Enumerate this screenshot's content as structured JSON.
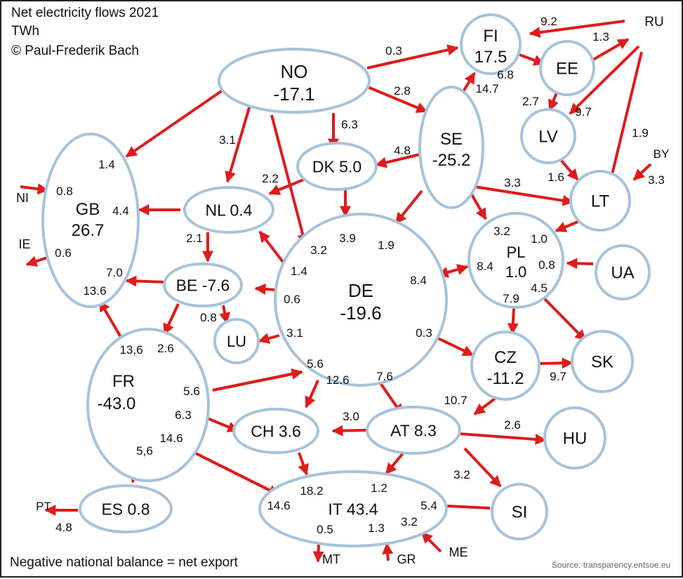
{
  "header": {
    "title": "Net electricity flows 2021",
    "unit": "TWh",
    "copyright": "© Paul-Frederik Bach"
  },
  "footer": {
    "note": "Negative national balance = net export",
    "source": "Source: transparency.entsoe.eu"
  },
  "colors": {
    "arrow": "#e01b1b",
    "node_border": "#a7c3d9",
    "text": "#111111"
  },
  "nodes": [
    {
      "id": "NO",
      "code": "NO",
      "balance": "-17.1"
    },
    {
      "id": "FI",
      "code": "FI",
      "balance": "17.5"
    },
    {
      "id": "EE",
      "code": "EE",
      "balance": ""
    },
    {
      "id": "SE",
      "code": "SE",
      "balance": "-25.2"
    },
    {
      "id": "LV",
      "code": "LV",
      "balance": ""
    },
    {
      "id": "DK",
      "code": "DK",
      "balance": "5.0"
    },
    {
      "id": "LT",
      "code": "LT",
      "balance": ""
    },
    {
      "id": "GB",
      "code": "GB",
      "balance": "26.7"
    },
    {
      "id": "NL",
      "code": "NL",
      "balance": "0.4"
    },
    {
      "id": "DE",
      "code": "DE",
      "balance": "-19.6"
    },
    {
      "id": "PL",
      "code": "PL",
      "balance": "1.0"
    },
    {
      "id": "UA",
      "code": "UA",
      "balance": ""
    },
    {
      "id": "BE",
      "code": "BE",
      "balance": "-7.6"
    },
    {
      "id": "LU",
      "code": "LU",
      "balance": ""
    },
    {
      "id": "CZ",
      "code": "CZ",
      "balance": "-11.2"
    },
    {
      "id": "SK",
      "code": "SK",
      "balance": ""
    },
    {
      "id": "FR",
      "code": "FR",
      "balance": "-43.0"
    },
    {
      "id": "CH",
      "code": "CH",
      "balance": "3.6"
    },
    {
      "id": "AT",
      "code": "AT",
      "balance": "8.3"
    },
    {
      "id": "HU",
      "code": "HU",
      "balance": ""
    },
    {
      "id": "ES",
      "code": "ES",
      "balance": "0.8"
    },
    {
      "id": "IT",
      "code": "IT",
      "balance": "43.4"
    },
    {
      "id": "SI",
      "code": "SI",
      "balance": ""
    }
  ],
  "external": [
    "RU",
    "BY",
    "NI",
    "IE",
    "PT",
    "MT",
    "GR",
    "ME"
  ],
  "flows": [
    {
      "from": "RU",
      "to": "FI",
      "value": "9.2"
    },
    {
      "from": "EE",
      "to": "RU",
      "value": "1.3"
    },
    {
      "from": "NO",
      "to": "FI",
      "value": "0.3"
    },
    {
      "from": "FI",
      "to": "EE",
      "value": "6.8"
    },
    {
      "from": "NO",
      "to": "SE",
      "value": "2.8"
    },
    {
      "from": "SE",
      "to": "FI",
      "value": "14.7"
    },
    {
      "from": "EE",
      "to": "LV",
      "value": "2.7"
    },
    {
      "from": "RU",
      "to": "LV",
      "value": "9.7"
    },
    {
      "from": "RU",
      "to": "LT",
      "value": "1.9"
    },
    {
      "from": "NO",
      "to": "DK",
      "value": "6.3"
    },
    {
      "from": "SE",
      "to": "DK",
      "value": "4.8"
    },
    {
      "from": "NO",
      "to": "GB",
      "value": "1.4"
    },
    {
      "from": "NO",
      "to": "NL",
      "value": "3.1"
    },
    {
      "from": "BY",
      "to": "LT",
      "value": "3.3"
    },
    {
      "from": "LV",
      "to": "LT",
      "value": "1.6"
    },
    {
      "from": "SE",
      "to": "LT",
      "value": "3.3"
    },
    {
      "from": "DK",
      "to": "NL",
      "value": "2.2"
    },
    {
      "from": "NI",
      "to": "GB",
      "value": "0.8"
    },
    {
      "from": "NL",
      "to": "GB",
      "value": "4.4"
    },
    {
      "from": "GB",
      "to": "IE",
      "value": "0.6"
    },
    {
      "from": "DK",
      "to": "DE",
      "value": "3.9"
    },
    {
      "from": "SE",
      "to": "DE",
      "value": "1.9"
    },
    {
      "from": "NO",
      "to": "DE",
      "value": "3.2"
    },
    {
      "from": "SE",
      "to": "PL",
      "value": "3.2"
    },
    {
      "from": "LT",
      "to": "PL",
      "value": "1.0"
    },
    {
      "from": "NL",
      "to": "BE",
      "value": "2.1"
    },
    {
      "from": "DE",
      "to": "NL",
      "value": "1.4"
    },
    {
      "from": "BE",
      "to": "GB",
      "value": "7.0"
    },
    {
      "from": "FR",
      "to": "GB",
      "value": "13.6"
    },
    {
      "from": "DE",
      "to": "BE",
      "value": "0.6"
    },
    {
      "from": "DE",
      "to": "PL",
      "value": "8.4"
    },
    {
      "from": "PL",
      "to": "DE",
      "value": "8.4"
    },
    {
      "from": "UA",
      "to": "PL",
      "value": "0.8"
    },
    {
      "from": "PL",
      "to": "CZ",
      "value": "7.9"
    },
    {
      "from": "PL",
      "to": "SK",
      "value": "4.5"
    },
    {
      "from": "BE",
      "to": "LU",
      "value": "0.8"
    },
    {
      "from": "DE",
      "to": "LU",
      "value": "3.1"
    },
    {
      "from": "DE",
      "to": "CZ",
      "value": "0.3"
    },
    {
      "from": "BE",
      "to": "FR",
      "value": "13,6"
    },
    {
      "from": "FR",
      "to": "BE",
      "value": "2.6"
    },
    {
      "from": "FR",
      "to": "DE",
      "value": "5.6"
    },
    {
      "from": "DE",
      "to": "FR",
      "value": "5.6"
    },
    {
      "from": "DE",
      "to": "CH",
      "value": "12.6"
    },
    {
      "from": "DE",
      "to": "AT",
      "value": "7.6"
    },
    {
      "from": "CZ",
      "to": "SK",
      "value": "9.7"
    },
    {
      "from": "CZ",
      "to": "AT",
      "value": "10.7"
    },
    {
      "from": "FR",
      "to": "CH",
      "value": "6.3"
    },
    {
      "from": "AT",
      "to": "CH",
      "value": "3.0"
    },
    {
      "from": "AT",
      "to": "HU",
      "value": "2.6"
    },
    {
      "from": "FR",
      "to": "IT",
      "value": "14.6"
    },
    {
      "from": "FR",
      "to": "ES",
      "value": "5,6"
    },
    {
      "from": "AT",
      "to": "SI",
      "value": "3.2"
    },
    {
      "from": "CH",
      "to": "IT",
      "value": "18.2"
    },
    {
      "from": "AT",
      "to": "IT",
      "value": "1.2"
    },
    {
      "from": "SI",
      "to": "IT",
      "value": "5.4"
    },
    {
      "from": "ME",
      "to": "IT",
      "value": "3.2"
    },
    {
      "from": "GR",
      "to": "IT",
      "value": "1.3"
    },
    {
      "from": "IT",
      "to": "MT",
      "value": "0.5"
    },
    {
      "from": "FR",
      "to": "IT",
      "value": "14.6"
    },
    {
      "from": "ES",
      "to": "PT",
      "value": "4.8"
    }
  ]
}
